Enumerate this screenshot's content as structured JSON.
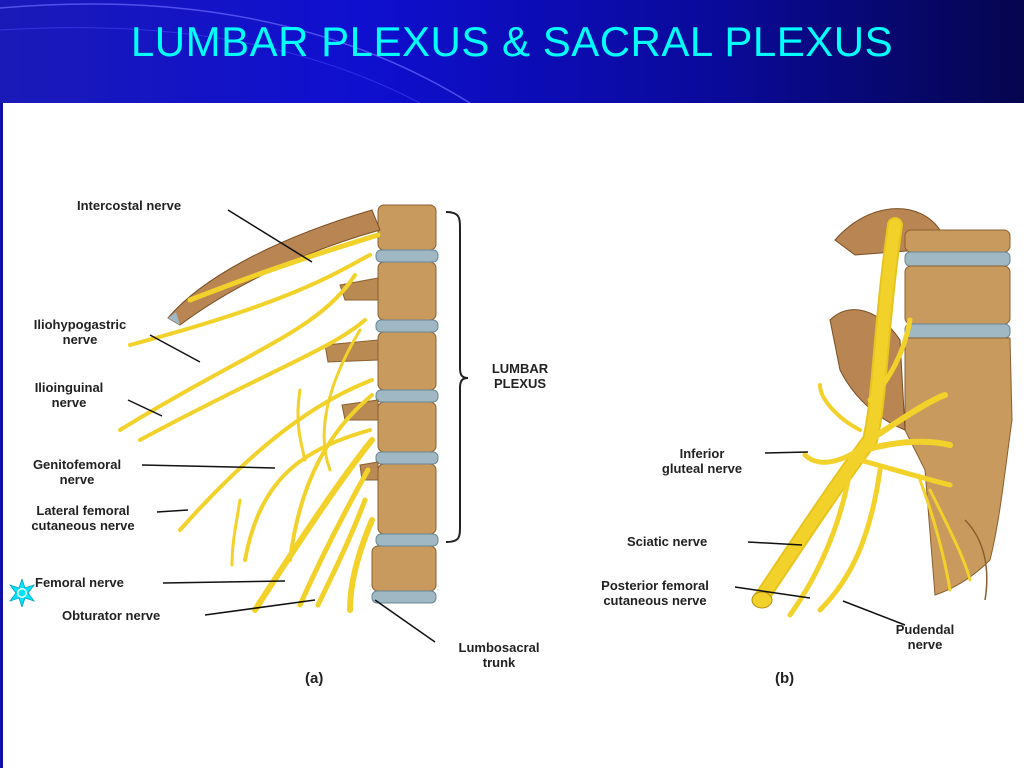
{
  "title": "LUMBAR PLEXUS & SACRAL PLEXUS",
  "colors": {
    "title": "#00ffff",
    "header": "#0f0fd0",
    "nerve": "#f2d22a",
    "bone": "#c89a5e",
    "disc": "#9fb8c4"
  },
  "panel_a": {
    "caption": "(a)",
    "bracket_label": "LUMBAR\nPLEXUS",
    "labels": {
      "intercostal": "Intercostal nerve",
      "iliohypogastric": "Iliohypogastric\nnerve",
      "ilioinguinal": "Ilioinguinal\nnerve",
      "genitofemoral": "Genitofemoral\nnerve",
      "lateral_femoral": "Lateral femoral\ncutaneous nerve",
      "femoral": "Femoral nerve",
      "obturator": "Obturator nerve",
      "lumbosacral": "Lumbosacral\ntrunk"
    }
  },
  "panel_b": {
    "caption": "(b)",
    "labels": {
      "inferior_gluteal": "Inferior\ngluteal nerve",
      "sciatic": "Sciatic nerve",
      "posterior_femoral": "Posterior femoral\ncutaneous nerve",
      "pudendal": "Pudendal\nnerve"
    }
  },
  "bullet_icon": "star-burst-icon"
}
